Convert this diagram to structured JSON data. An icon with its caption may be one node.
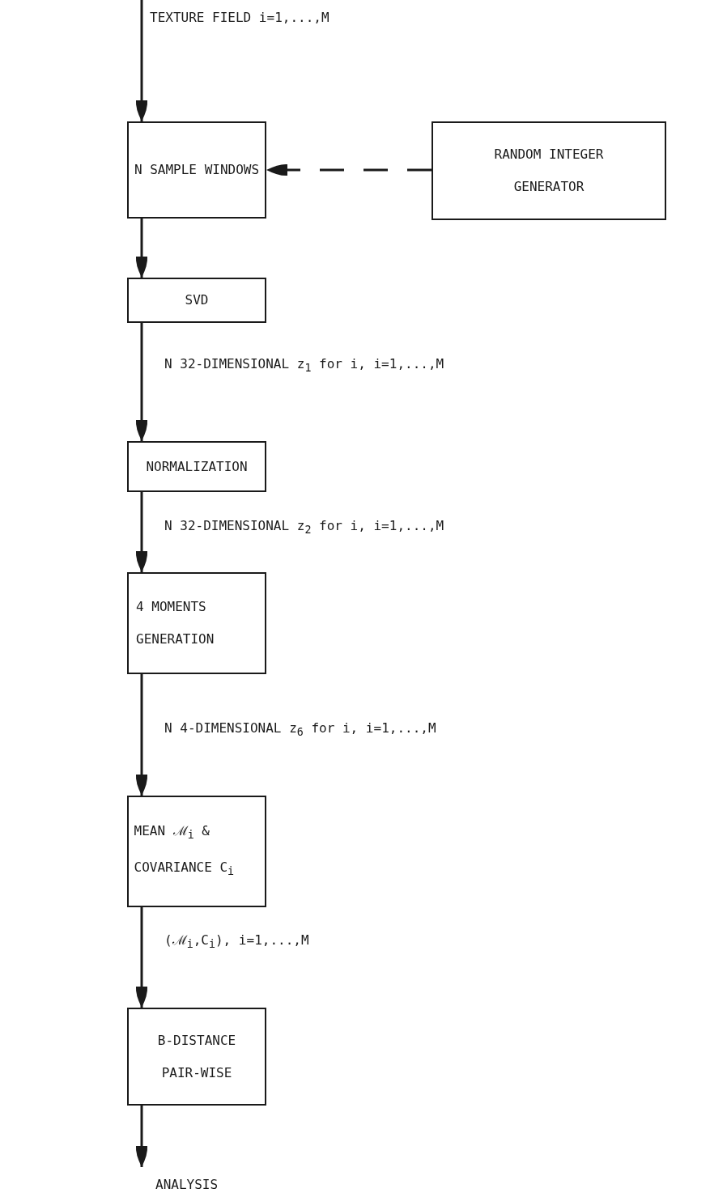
{
  "diagram": {
    "nodes": [
      {
        "text": [
          "N SAMPLE WINDOWS"
        ]
      },
      {
        "text": [
          "RANDOM INTEGER GENERATOR"
        ]
      },
      {
        "text": [
          "SVD"
        ]
      },
      {
        "text": [
          "NORMALIZATION"
        ]
      },
      {
        "text": [
          "4 MOMENTS GENERATION"
        ]
      },
      {
        "text": [
          "MEAN ℳ$_{i}$ & COVARIANCE C$_{i}$"
        ]
      },
      {
        "text": [
          "B-DISTANCE PAIR-WISE"
        ]
      },
      {
        "text": [
          "ANALYSIS"
        ]
      }
    ],
    "edges": [
      {
        "from": null,
        "to": 0,
        "arrow": "to",
        "label": "TEXTURE FIELD i=1,...,M"
      },
      {
        "from": 1,
        "to": 0,
        "arrow": "to",
        "style": "dashed"
      },
      {
        "from": 0,
        "to": 2,
        "arrow": "to"
      },
      {
        "from": 2,
        "to": 3,
        "arrow": "to",
        "label": "N 32-DIMENSIONAL z$_{1}$ for i, i=1,...,M"
      },
      {
        "from": 3,
        "to": 4,
        "arrow": "to",
        "label": "N 32-DIMENSIONAL z$_{2}$ for i, i=1,...,M"
      },
      {
        "from": 4,
        "to": 5,
        "arrow": "to",
        "label": "N 4-DIMENSIONAL z$_{6}$ for i, i=1,...,M"
      },
      {
        "from": 5,
        "to": 6,
        "arrow": "to",
        "label": "(ℳ$_{i}$,C$_{i}$), i=1,...,M"
      },
      {
        "from": 6,
        "to": 7,
        "arrow": "to"
      }
    ]
  }
}
